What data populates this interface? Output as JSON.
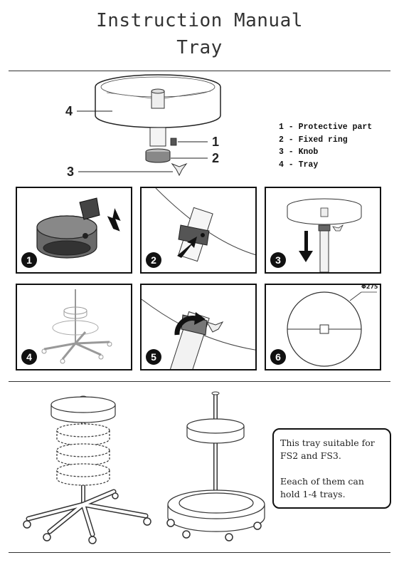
{
  "header": {
    "title_line1": "Instruction Manual",
    "title_line2": "Tray"
  },
  "diagram": {
    "callouts": [
      "4",
      "1",
      "2",
      "3"
    ],
    "legend": [
      {
        "num": "1",
        "label": "Protective part"
      },
      {
        "num": "2",
        "label": "Fixed ring"
      },
      {
        "num": "3",
        "label": "Knob"
      },
      {
        "num": "4",
        "label": "Tray"
      }
    ]
  },
  "steps": [
    {
      "num": "1",
      "icon": "protective-cap-ring-icon"
    },
    {
      "num": "2",
      "icon": "ring-on-post-icon"
    },
    {
      "num": "3",
      "icon": "tray-lower-icon"
    },
    {
      "num": "4",
      "icon": "stool-base-icon"
    },
    {
      "num": "5",
      "icon": "knob-tighten-icon"
    },
    {
      "num": "6",
      "icon": "tray-top-view-icon",
      "dimension": "Φ275"
    }
  ],
  "note": {
    "line1": "This tray suitable for FS2 and FS3.",
    "line2": "Eeach of them can hold 1-4 trays."
  }
}
